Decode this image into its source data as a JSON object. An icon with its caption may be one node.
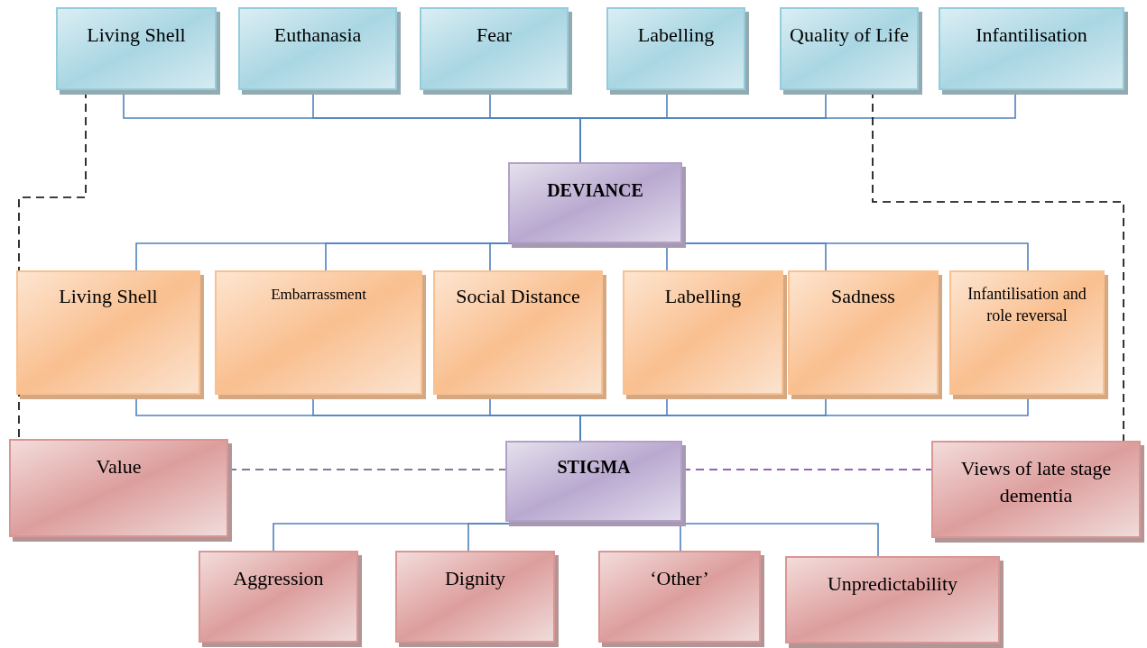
{
  "diagram": {
    "nodes": [
      {
        "text": [
          "Living Shell"
        ]
      },
      {
        "text": [
          "Euthanasia"
        ]
      },
      {
        "text": [
          "Fear"
        ]
      },
      {
        "text": [
          "Labelling"
        ]
      },
      {
        "text": [
          "Quality of Life"
        ]
      },
      {
        "text": [
          "Infantilisation"
        ]
      },
      {
        "text": [
          "DEVIANCE"
        ]
      },
      {
        "text": [
          "Living Shell"
        ]
      },
      {
        "text": [
          "Embarrassment"
        ]
      },
      {
        "text": [
          "Social Distance"
        ]
      },
      {
        "text": [
          "Labelling"
        ]
      },
      {
        "text": [
          "Sadness"
        ]
      },
      {
        "text": [
          "Infantilisation and role reversal"
        ]
      },
      {
        "text": [
          "Value"
        ]
      },
      {
        "text": [
          "STIGMA"
        ]
      },
      {
        "text": [
          "Views of late stage dementia"
        ]
      },
      {
        "text": [
          "Aggression"
        ]
      },
      {
        "text": [
          "Dignity"
        ]
      },
      {
        "text": [
          "‘Other’"
        ]
      },
      {
        "text": [
          "Unpredictability"
        ]
      }
    ],
    "edges": [
      {
        "from": 0,
        "to": 6,
        "arrow": "none"
      },
      {
        "from": 1,
        "to": 6,
        "arrow": "none"
      },
      {
        "from": 2,
        "to": 6,
        "arrow": "none"
      },
      {
        "from": 3,
        "to": 6,
        "arrow": "none"
      },
      {
        "from": 4,
        "to": 6,
        "arrow": "none"
      },
      {
        "from": 5,
        "to": 6,
        "arrow": "none"
      },
      {
        "from": 6,
        "to": 7,
        "arrow": "none"
      },
      {
        "from": 6,
        "to": 8,
        "arrow": "none"
      },
      {
        "from": 6,
        "to": 9,
        "arrow": "none"
      },
      {
        "from": 6,
        "to": 10,
        "arrow": "none"
      },
      {
        "from": 6,
        "to": 11,
        "arrow": "none"
      },
      {
        "from": 6,
        "to": 12,
        "arrow": "none"
      },
      {
        "from": 7,
        "to": 14,
        "arrow": "none"
      },
      {
        "from": 8,
        "to": 14,
        "arrow": "none"
      },
      {
        "from": 9,
        "to": 14,
        "arrow": "none"
      },
      {
        "from": 10,
        "to": 14,
        "arrow": "none"
      },
      {
        "from": 11,
        "to": 14,
        "arrow": "none"
      },
      {
        "from": 12,
        "to": 14,
        "arrow": "none"
      },
      {
        "from": 14,
        "to": 16,
        "arrow": "none"
      },
      {
        "from": 14,
        "to": 17,
        "arrow": "none"
      },
      {
        "from": 14,
        "to": 18,
        "arrow": "none"
      },
      {
        "from": 14,
        "to": 19,
        "arrow": "none"
      },
      {
        "from": 0,
        "to": 13,
        "arrow": "none",
        "style": "dashed",
        "color": "#000000"
      },
      {
        "from": 4,
        "to": 15,
        "arrow": "none",
        "style": "dashed",
        "color": "#000000"
      },
      {
        "from": 13,
        "to": 14,
        "arrow": "none",
        "style": "dashed",
        "color": "#5f497a"
      },
      {
        "from": 14,
        "to": 15,
        "arrow": "none",
        "style": "dashed",
        "color": "#7030a0"
      }
    ]
  }
}
